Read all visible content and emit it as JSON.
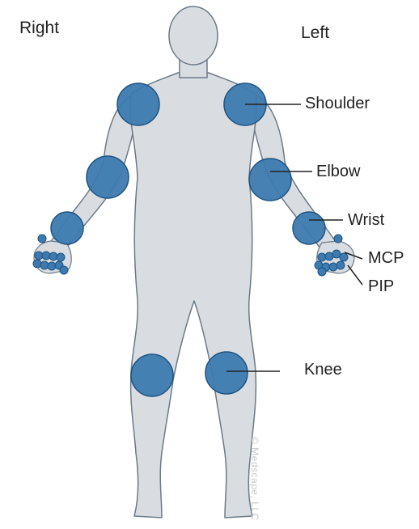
{
  "orientation": {
    "right": "Right",
    "left": "Left"
  },
  "joints": {
    "shoulder": "Shoulder",
    "elbow": "Elbow",
    "wrist": "Wrist",
    "mcp": "MCP",
    "pip": "PIP",
    "knee": "Knee"
  },
  "watermark": "© Medscape, LLC",
  "colors": {
    "body_fill": "#d9dde1",
    "body_stroke": "#6c7a87",
    "joint_fill": "#3d7ab0",
    "joint_stroke": "#1e5481",
    "leader_line": "#222222"
  }
}
